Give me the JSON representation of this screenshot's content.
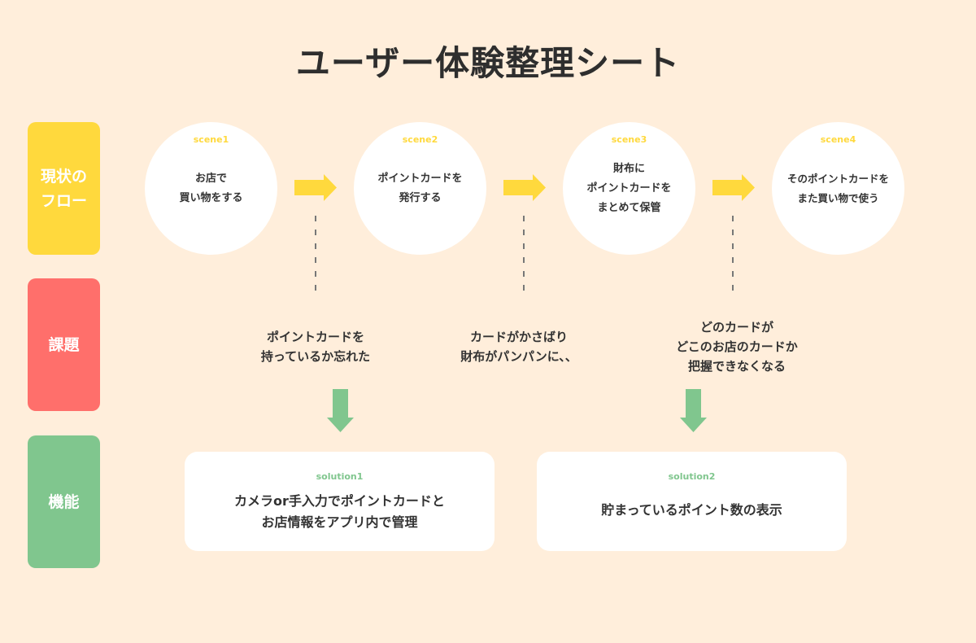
{
  "title": "ユーザー体験整理シート",
  "colors": {
    "background": "#FFEEDB",
    "flow": "#FFD93D",
    "issue": "#FF6F6B",
    "function": "#80C68E",
    "text": "#333333",
    "dashed_line": "#777777"
  },
  "rows": {
    "flow": "現状の\nフロー",
    "issue": "課題",
    "function": "機能"
  },
  "scenes": [
    {
      "tag": "scene1",
      "text": "お店で\n買い物をする"
    },
    {
      "tag": "scene2",
      "text": "ポイントカードを\n発行する"
    },
    {
      "tag": "scene3",
      "text": "財布に\nポイントカードを\nまとめて保管"
    },
    {
      "tag": "scene4",
      "text": "そのポイントカードを\nまた買い物で使う"
    }
  ],
  "issues": [
    {
      "text": "ポイントカードを\n持っているか忘れた"
    },
    {
      "text": "カードがかさばり\n財布がパンパンに、、"
    },
    {
      "text": "どのカードが\nどこのお店のカードか\n把握できなくなる"
    }
  ],
  "solutions": [
    {
      "tag": "solution1",
      "text": "カメラor手入力でポイントカードと\nお店情報をアプリ内で管理"
    },
    {
      "tag": "solution2",
      "text": "貯まっているポイント数の表示"
    }
  ]
}
